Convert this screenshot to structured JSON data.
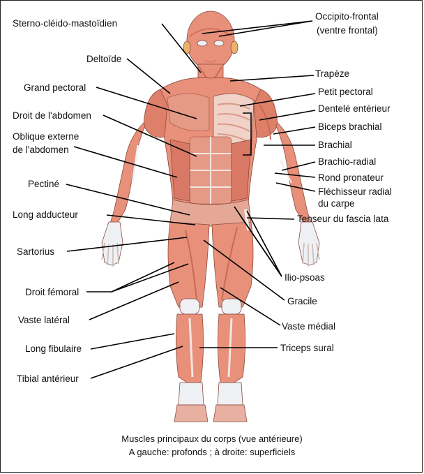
{
  "figure": {
    "left_labels": {
      "sterno": "Sterno-cléido-mastoïdien",
      "deltoide": "Deltoïde",
      "grand_pectoral": "Grand pectoral",
      "droit_abdomen": "Droit de l'abdomen",
      "oblique_1": "Oblique externe",
      "oblique_2": "de l'abdomen",
      "pectine": "Pectiné",
      "long_adducteur": "Long adducteur",
      "sartorius": "Sartorius",
      "droit_femoral": "Droit fémoral",
      "vaste_lateral": "Vaste latéral",
      "long_fibulaire": "Long fibulaire",
      "tibial_anterieur": "Tibial antérieur"
    },
    "right_labels": {
      "occipito_1": "Occipito-frontal",
      "occipito_2": "(ventre frontal)",
      "trapeze": "Trapèze",
      "petit_pectoral": "Petit pectoral",
      "dentele": "Dentelé entérieur",
      "biceps": "Biceps brachial",
      "brachial": "Brachial",
      "brachio_radial": "Brachio-radial",
      "rond_pronateur": "Rond pronateur",
      "flechisseur_1": "Fléchisseur radial",
      "flechisseur_2": "du carpe",
      "tenseur": "Tenseur du fascia lata",
      "ilio_psoas": "Ilio-psoas",
      "gracile": "Gracile",
      "vaste_medial": "Vaste médial",
      "triceps_sural": "Triceps sural"
    },
    "caption": {
      "line1": "Muscles principaux du corps (vue antérieure)",
      "line2": "A gauche: profonds ; à droite: superficiels"
    },
    "colors": {
      "muscle": "#e8907a",
      "muscle_dark": "#c96a55",
      "tendon": "#eef0f4",
      "outline": "#8a4a3e"
    }
  }
}
